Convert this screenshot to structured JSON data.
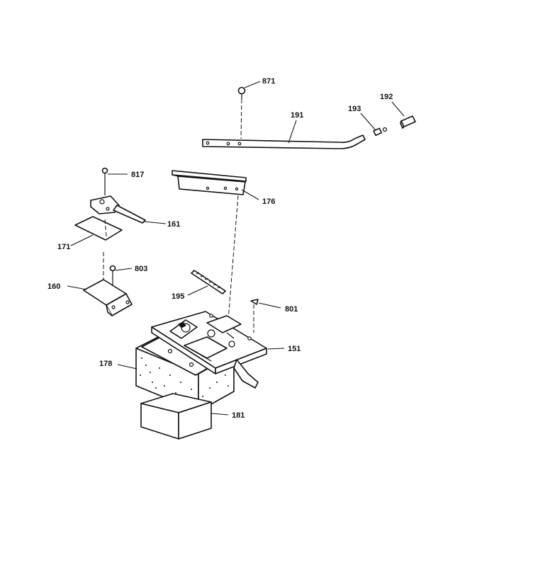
{
  "diagram": {
    "callouts": [
      {
        "id": "c871",
        "label": "871"
      },
      {
        "id": "c192",
        "label": "192"
      },
      {
        "id": "c193",
        "label": "193"
      },
      {
        "id": "c191",
        "label": "191"
      },
      {
        "id": "c817",
        "label": "817"
      },
      {
        "id": "c176",
        "label": "176"
      },
      {
        "id": "c161",
        "label": "161"
      },
      {
        "id": "c171",
        "label": "171"
      },
      {
        "id": "c803",
        "label": "803"
      },
      {
        "id": "c160",
        "label": "160"
      },
      {
        "id": "c195",
        "label": "195"
      },
      {
        "id": "c801",
        "label": "801"
      },
      {
        "id": "c151",
        "label": "151"
      },
      {
        "id": "c178",
        "label": "178"
      },
      {
        "id": "c181",
        "label": "181"
      }
    ]
  },
  "colors": {
    "ink": "#111111",
    "paper": "#ffffff"
  }
}
